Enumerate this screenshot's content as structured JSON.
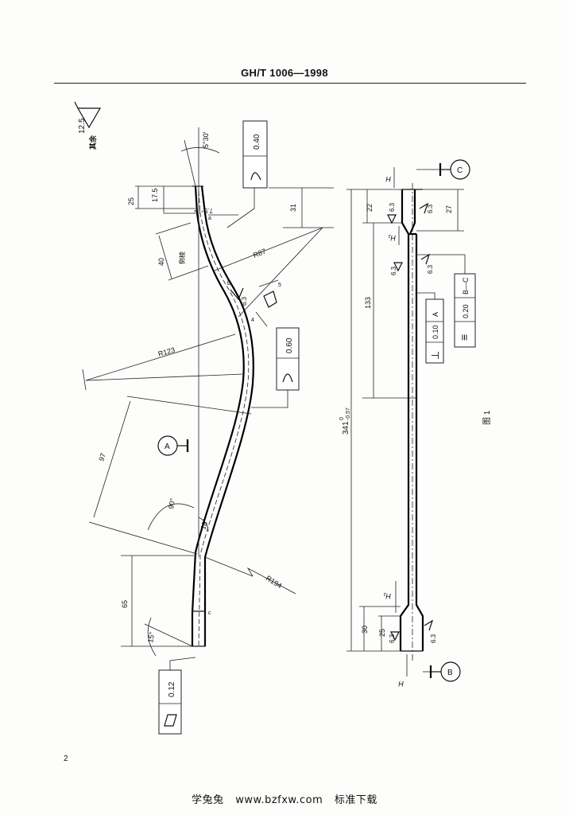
{
  "header": {
    "standard": "GH/T 1006—1998"
  },
  "page_number": "2",
  "roughness_general": {
    "value": "12.5",
    "label": "其余"
  },
  "side_view": {
    "tolerances": {
      "profile_upper": "0.40",
      "profile_mid": "0.60",
      "flatness": "0.12"
    },
    "angles": {
      "top": "5°30′",
      "bend_90": "90°",
      "bend_18": "18°",
      "bottom": "15°"
    },
    "dims": {
      "d25": "25",
      "d17_5": "17.5",
      "tol_7_5": "7.5⁺⁰·¹",
      "d40": "40",
      "d31": "31",
      "d97": "97",
      "d65": "65",
      "lbl_a": "a",
      "lbl_b": "b",
      "lbl_c": "c"
    },
    "radii": {
      "r87": "R87",
      "r123": "R123",
      "r194": "R194"
    },
    "datum_a": "A",
    "section_roughness": "6.3",
    "section_dims": {
      "s4": "4",
      "s5": "5"
    },
    "fillet_label": "倒棱"
  },
  "top_view": {
    "datum_b": "B",
    "datum_c": "C",
    "dims": {
      "d22": "22",
      "d27": "27",
      "d133": "133",
      "d30": "30",
      "d25": "25",
      "overall": "341",
      "overall_tol_upper": "0",
      "overall_tol_lower": "-0.57"
    },
    "roughness": "6.3",
    "h_labels": {
      "h": "H",
      "h1": "H₁"
    },
    "perpendicularity": {
      "symbol": "⊥",
      "value": "0.10",
      "datum": "A"
    },
    "symmetry": {
      "symbol": "≡",
      "value": "0.20",
      "datum": "B—C"
    }
  },
  "figure_caption": "图 1",
  "footer": {
    "site_name": "学兔兔",
    "url": "www.bzfxw.com",
    "tagline": "标准下载"
  }
}
